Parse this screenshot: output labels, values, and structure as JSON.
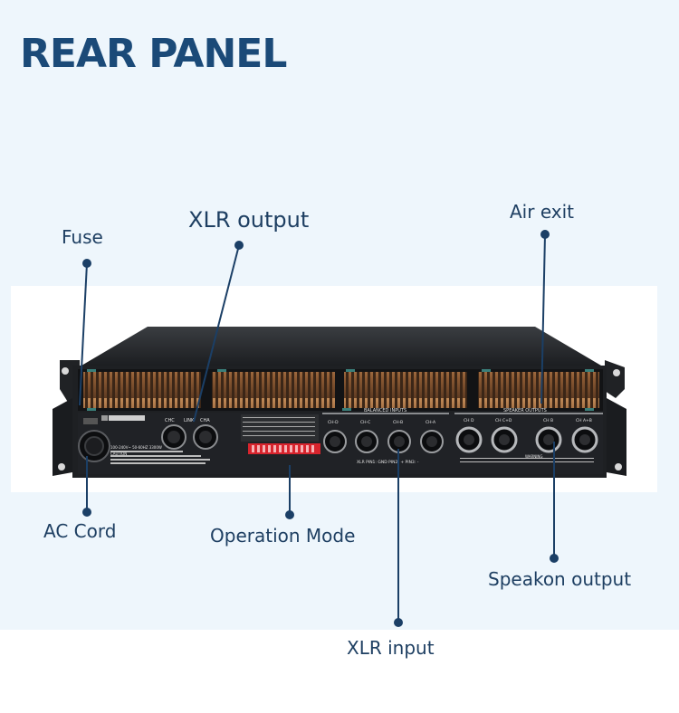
{
  "title": "REAR PANEL",
  "colors": {
    "title": "#1b4a78",
    "label": "#1e3f62",
    "leader": "#1b3f66",
    "background": "#eef6fc"
  },
  "callouts": {
    "fuse": "Fuse",
    "xlr_output": "XLR output",
    "air_exit": "Air exit",
    "ac_cord": "AC Cord",
    "operation_mode": "Operation Mode",
    "speakon_output": "Speakon output",
    "xlr_input": "XLR input"
  },
  "panel_text": {
    "balanced_inputs": "BALANCED INPUTS",
    "speaker_outputs": "SPEAKER OUTPUTS",
    "chc": "CHC",
    "link": "LINK",
    "cha": "CHA",
    "ch_a": "CH-A",
    "ch_b": "CH-B",
    "ch_c": "CH-C",
    "ch_d": "CH-D",
    "out_ch_d": "CH D",
    "out_ch_cd": "CH C+D",
    "out_ch_b": "CH B",
    "out_ch_ab": "CH A+B",
    "xlr_pins": "XLR PIN1: GND  PIN2: +  PIN3: -",
    "power_rating": "100-240V~ 50-60HZ 3300W",
    "caution": "CAUTION",
    "warning": "WARNING"
  }
}
